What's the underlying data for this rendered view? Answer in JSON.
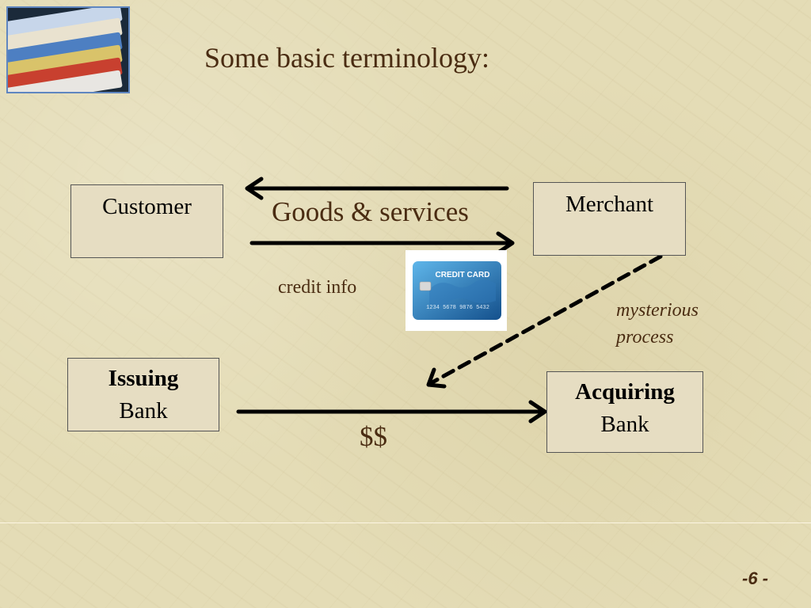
{
  "slide": {
    "title": "Some basic terminology:",
    "page_number": "-6 -"
  },
  "nodes": {
    "customer": "Customer",
    "merchant": "Merchant",
    "issuing_bank": {
      "bold": "Issuing",
      "regular": "Bank"
    },
    "acquiring_bank": {
      "bold": "Acquiring",
      "regular": "Bank"
    }
  },
  "edge_labels": {
    "goods": "Goods & services",
    "credit_info": "credit info",
    "mysterious_1": "mysterious",
    "mysterious_2": "process",
    "money": "$$"
  },
  "credit_card_image": {
    "header": "CREDIT CARD",
    "number": "1234 5678 9876 5432"
  },
  "colors": {
    "text_brown": "#4a2c12",
    "background": "#e4dcb6",
    "box_fill": "#e6ddc2"
  }
}
